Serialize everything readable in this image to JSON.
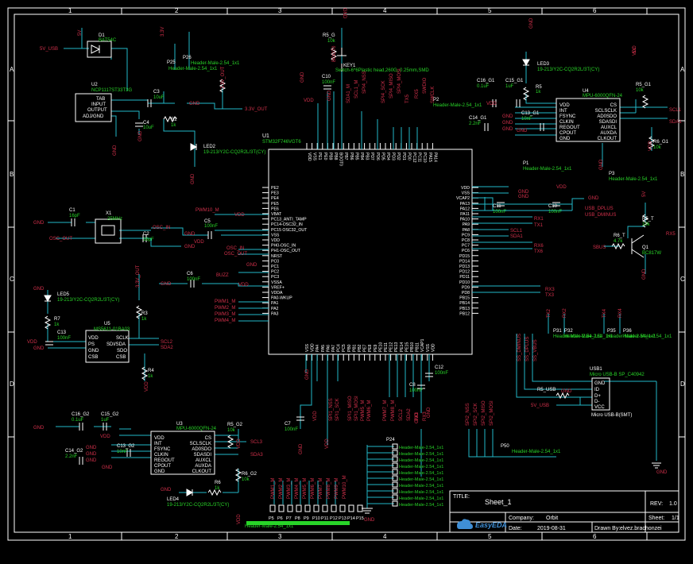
{
  "border": {
    "cols": [
      "1",
      "2",
      "3",
      "4",
      "5",
      "6"
    ],
    "rows": [
      "A",
      "B",
      "C",
      "D"
    ]
  },
  "mcu": {
    "ref": "U1",
    "part": "STM32F746VGT6",
    "left_pins": [
      "PE2",
      "PE3",
      "PE4",
      "PE5",
      "PE6",
      "VBAT",
      "PC13_ANTI_TAMP",
      "PC14-OSC32_IN",
      "PC15 OSC32_OUT",
      "VSS",
      "VDD",
      "PH0-OSC_IN",
      "PH1-OSC_OUT",
      "NRST",
      "PC0",
      "PC1",
      "PC2",
      "PC3",
      "VSSA",
      "VREF+",
      "VDDA",
      "PA0-WKUP",
      "PA1",
      "PA2",
      "PA3"
    ],
    "right_pins": [
      "VDD",
      "VSS",
      "VCAP2",
      "PA13",
      "PA12",
      "PA11",
      "PA10",
      "PA9",
      "PA8",
      "PC9",
      "PC8",
      "PC7",
      "PC6",
      "PD15",
      "PD14",
      "PD13",
      "PD12",
      "PD11",
      "PD10",
      "PD9",
      "PD8",
      "PB15",
      "PB14",
      "PB13",
      "PB12"
    ],
    "top_pins": [
      "VDD",
      "VSS",
      "PE1",
      "PE0",
      "PB9",
      "PB8",
      "BOOT0",
      "PB7",
      "PB6",
      "PB5",
      "PB4",
      "PB3",
      "PD7",
      "PD6",
      "PD5",
      "PD4",
      "PD3",
      "PD2",
      "PD1",
      "PD0",
      "PC12",
      "PC11",
      "PC10",
      "PA15",
      "PA14"
    ],
    "bottom_pins": [
      "VSS",
      "VDD",
      "PA4",
      "PA5",
      "PA6",
      "PA7",
      "PC4",
      "PC5",
      "PB0",
      "PB1",
      "PB2",
      "PE7",
      "PE8",
      "PE9",
      "PE10",
      "PE11",
      "PE12",
      "PE13",
      "PE14",
      "PE15",
      "PB10",
      "PB11",
      "VCAP1",
      "VSS",
      "VDD"
    ]
  },
  "components": {
    "d1": {
      "ref": "D1",
      "part": "BAT54C"
    },
    "u2": {
      "ref": "U2",
      "part": "NCP1117ST33T3G",
      "pins": [
        "TAB",
        "INPUT",
        "OUTPUT",
        "ADJ/GND"
      ]
    },
    "c3": {
      "ref": "C3",
      "val": "10uF"
    },
    "c4": {
      "ref": "C4",
      "val": "10uF"
    },
    "r2": {
      "ref": "R2",
      "val": "1k"
    },
    "led2": {
      "ref": "LED2",
      "part": "19-213/Y2C-CQ2R2L/3T(CY)"
    },
    "p25": {
      "ref": "P25",
      "part": "Header-Male-2.54_1x1"
    },
    "p26": {
      "ref": "P26",
      "part": "Header-Male-2.54_1x1"
    },
    "r5g": {
      "ref": "R5_G",
      "val": "10k"
    },
    "key1": {
      "ref": "KEY1",
      "part": "Switch-6*6Plastic head,260G, 0.25mm,SMD"
    },
    "c10": {
      "ref": "C10",
      "val": "100nF"
    },
    "p2": {
      "ref": "P2",
      "part": "Header-Male-2.54_1x1"
    },
    "led3": {
      "ref": "LED3",
      "part": "19-213/Y2C-CQ2R2L/3T(CY)"
    },
    "r5": {
      "ref": "R5",
      "val": "1k"
    },
    "c16g1": {
      "ref": "C16_G1",
      "val": "0.1uF"
    },
    "c15g1": {
      "ref": "C15_G1",
      "val": "1uF"
    },
    "c14g1": {
      "ref": "C14_G1",
      "val": "2.2nF"
    },
    "c13g1": {
      "ref": "C13_G1",
      "val": "10nF"
    },
    "u4": {
      "ref": "U4",
      "part": "MPU-6000QFN-24",
      "left": [
        "VDD",
        "INT",
        "FSYNC",
        "CLKIN",
        "REGOUT",
        "CPOUT",
        "GND"
      ],
      "right": [
        "CS",
        "SCLSCLK",
        "AD0SDO",
        "SDASDI",
        "AUXCL",
        "AUXDA",
        "CLKOUT"
      ]
    },
    "r5g1": {
      "ref": "R5_G1",
      "val": "10k"
    },
    "r6g1": {
      "ref": "R6_G1",
      "val": "10k"
    },
    "p3": {
      "ref": "P3",
      "part": "Header-Male-2.54_1x1"
    },
    "p1": {
      "ref": "P1",
      "part": "Header-Male-2.54_1x1"
    },
    "c11": {
      "ref": "C11",
      "val": "100nF"
    },
    "c10b": {
      "ref": "C10",
      "val": "100nF"
    },
    "r5t": {
      "ref": "R5_T",
      "val": "10k"
    },
    "r6t": {
      "ref": "R6_T",
      "val": "4.7k"
    },
    "q1": {
      "ref": "Q1",
      "part": "BC817W"
    },
    "c1": {
      "ref": "C1",
      "val": "16pF"
    },
    "c2": {
      "ref": "C2",
      "val": "16pF"
    },
    "x1": {
      "ref": "X1",
      "val": "25MHz"
    },
    "c5": {
      "ref": "C5",
      "val": "100nF"
    },
    "c6": {
      "ref": "C6",
      "val": "100nF"
    },
    "led5": {
      "ref": "LED5",
      "part": "19-213/Y2C-CQ2R2L/3T(CY)"
    },
    "r7": {
      "ref": "R7",
      "val": "1k"
    },
    "c13": {
      "ref": "C13",
      "val": "100nF"
    },
    "u5": {
      "ref": "U5",
      "part": "MS5611-01BA03",
      "left": [
        "VDD",
        "PS",
        "GND",
        "CSB"
      ],
      "right": [
        "SCLK",
        "SDI/SDA",
        "SDO",
        "CSB"
      ]
    },
    "r3": {
      "ref": "R3",
      "val": "1k"
    },
    "r4": {
      "ref": "R4",
      "val": "1k"
    },
    "c7": {
      "ref": "C7",
      "val": "100nF"
    },
    "c8": {
      "ref": "C8",
      "val": "100nF"
    },
    "c12": {
      "ref": "C12",
      "val": "100nF"
    },
    "usb1": {
      "ref": "USB1",
      "part": "Micro USB-B SP_C40942",
      "pins": [
        "GND",
        "ID",
        "D+",
        "D-",
        "VCC"
      ],
      "label": "Micro USB-B(SMT)"
    },
    "r5usb": {
      "ref": "R5_USB",
      "val": ""
    },
    "c16g2": {
      "ref": "C16_G2",
      "val": "0.1uF"
    },
    "c15g2": {
      "ref": "C15_G2",
      "val": "1uF"
    },
    "c14g2": {
      "ref": "C14_G2",
      "val": "2.2nF"
    },
    "c13g2": {
      "ref": "C13_G2",
      "val": "10nF"
    },
    "u3": {
      "ref": "U3",
      "part": "MPU-6000QFN-24",
      "left": [
        "VDD",
        "INT",
        "FSYNC",
        "CLKIN",
        "REGOUT",
        "CPOUT",
        "GND"
      ],
      "right": [
        "CS",
        "SCLSCLK",
        "AD0SDO",
        "SDASDI",
        "AUXCL",
        "AUXDA",
        "CLKOUT"
      ]
    },
    "r5g2": {
      "ref": "R5_G2",
      "val": "10k"
    },
    "r6g2": {
      "ref": "R6_G2",
      "val": "10k"
    },
    "r6": {
      "ref": "R6",
      "val": "1k"
    },
    "led4": {
      "ref": "LED4",
      "part": "19-213/Y2C-CQ2R2L/3T(CY)"
    },
    "p24": {
      "ref": "P24",
      "rows": [
        "Header-Male-2.54_1x1",
        "Header-Male-2.54_1x1",
        "Header-Male-2.54_1x1",
        "Header-Male-2.54_1x1",
        "Header-Male-2.54_1x1",
        "Header-Male-2.54_1x1",
        "Header-Male-2.54_1x1",
        "Header-Male-2.54_1x1",
        "Header-Male-2.54_1x1",
        "Header-Male-2.54_1x1"
      ]
    },
    "p31": {
      "ref": "P31",
      "part": "Header-Male-2.54_1x1"
    },
    "p32": {
      "ref": "P32",
      "part": "Header-Male-2.54_1x1"
    },
    "p35": {
      "ref": "P35",
      "part": "Header-Male-2.54_1x1"
    },
    "p36": {
      "ref": "P36",
      "part": "Header-Male-2.54_1x1"
    },
    "p50": {
      "ref": "P50",
      "part": "Header-Male-2.54_1x1"
    },
    "bottom_headers": {
      "refs": [
        "P5",
        "P6",
        "P7",
        "P8",
        "P9",
        "P10",
        "P11",
        "P12",
        "P13",
        "P14",
        "P15"
      ],
      "part": "Header-Male-2.54_1x1"
    }
  },
  "nets": {
    "v5_usb": "5V_USB",
    "v5": "5V",
    "v3v3": "3.3V",
    "v3v3_out": "3.3V_OUT",
    "gnd": "GND",
    "vdd": "VDD",
    "osc_in": "OSC_IN",
    "osc_out": "OSC_OUT",
    "pwm10_m": "PWM10_M",
    "buzz": "BUZZ",
    "pwm1": "PWM1_M",
    "pwm2": "PWM2_M",
    "pwm3": "PWM3_M",
    "pwm4": "PWM4_M",
    "scl1": "SCL1",
    "sda1": "SDA1",
    "scl2": "SCL2",
    "sda2": "SDA2",
    "scl3": "SCL3",
    "sda3": "SDA3",
    "rx1": "RX1",
    "tx1": "TX1",
    "rx3": "RX3",
    "tx3": "TX3",
    "rx5": "RX5",
    "rx6": "RX6",
    "tx6": "TX6",
    "usb_dplus": "USB_DPLUS",
    "usb_dminus": "USB_DMINUS",
    "sbus": "SBUS",
    "boot0": "BOOT0",
    "swdio": "SWDIO",
    "swclk": "SWCLK",
    "gnd_bottom": "GND",
    "top_nets": [
      "BOOT0",
      "SDA1_M",
      "SCL1_M",
      "SPI4_NSS",
      "SPI4_SCK",
      "SPI4_MISO",
      "SPI4_MOSI",
      "TX5",
      "RX5",
      "SWDIO",
      "SWCLK"
    ],
    "bottom_nets": [
      "VDD",
      "SPI1_NSS",
      "SPI1_SCK",
      "SPI1_MISO",
      "SPI1_MOSI",
      "PWM5_M",
      "PWM6_M",
      "PWM7_M",
      "PWM8_M",
      "SCL2",
      "SDA2",
      "TX3",
      "RX3"
    ],
    "spi2": [
      "SPI2_NSS",
      "SPI2_SCK",
      "SPI2_MISO",
      "SPI2_MOSI"
    ],
    "usb_side": [
      "SS_DMINUS",
      "SS_DPLUS",
      "SS_VBUS"
    ],
    "bottom_pwm": [
      "PWM1_M",
      "PWM2_M",
      "PWM3_M",
      "PWM4_M",
      "PWM5_M",
      "PWM6_M",
      "PWM7_M",
      "PWM8_M",
      "PWM9_M",
      "PWM10_M"
    ],
    "right_tx": [
      "TX2",
      "RX2",
      "TX4",
      "RX4"
    ]
  },
  "title_block": {
    "title_label": "TITLE:",
    "title": "Sheet_1",
    "rev_label": "REV:",
    "rev": "1.0",
    "company_label": "Company:",
    "company": "Orbit",
    "sheet_label": "Sheet:",
    "sheet": "1/1",
    "date_label": "Date:",
    "date": "2019-08-31",
    "drawn_label": "Drawn By:",
    "drawn": "elvez.brachonzei",
    "logo": "EasyEDA"
  },
  "colors": {
    "background": "#000000",
    "wire": "#22b8c8",
    "symbol": "#ffffff",
    "net_red": "#d0304a",
    "part_green": "#28d428",
    "ref_white": "#ffffff",
    "border": "#ffffff",
    "logo_blue": "#3f8fd6"
  }
}
